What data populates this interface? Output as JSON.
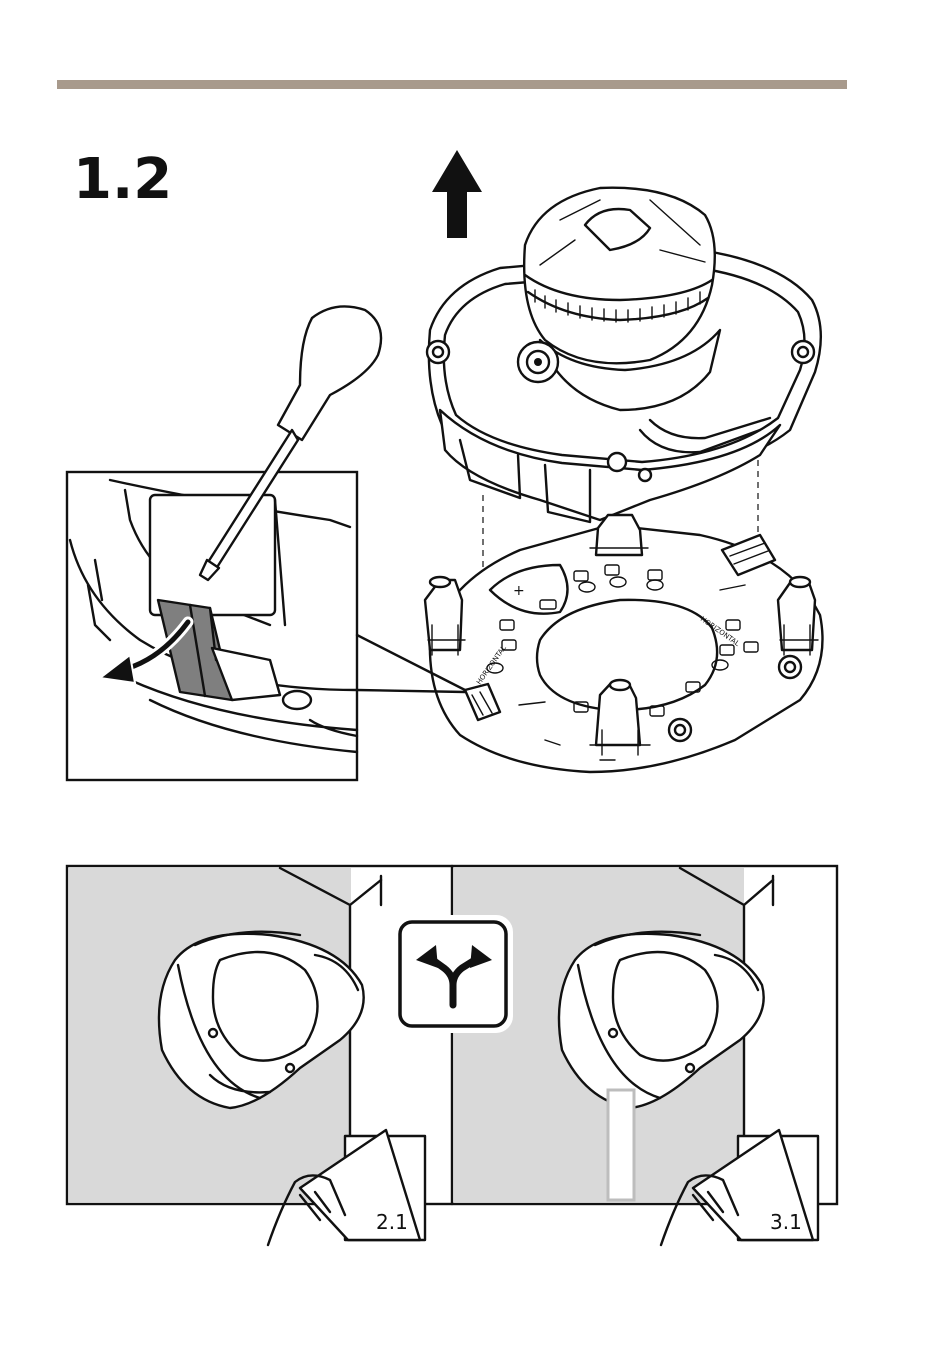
{
  "header": {
    "rule_color": "#a89a8c"
  },
  "step": {
    "number": "1.2"
  },
  "mount_plate": {
    "marks": [
      "+",
      "HORIZONTAL",
      "HORIZONTAL"
    ]
  },
  "choice": {
    "left_ref": "2.1",
    "right_ref": "3.1",
    "icon": "split-arrow-icon"
  },
  "colors": {
    "line": "#111111",
    "panel_fill": "#d9d9d9",
    "clip_fill": "#7f7f7f",
    "rule": "#a89a8c"
  }
}
